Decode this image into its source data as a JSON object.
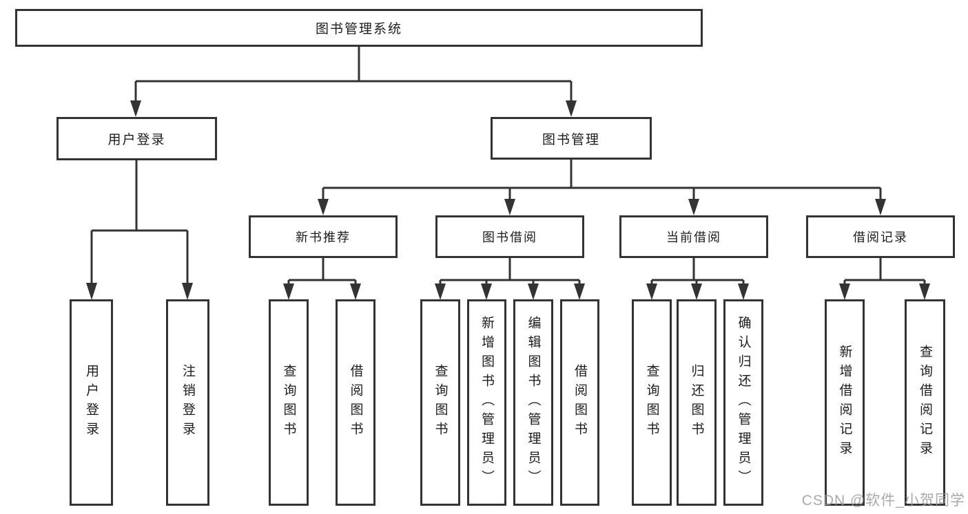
{
  "diagram": {
    "title": {
      "label": "图书管理系统"
    },
    "branches": [
      {
        "label": "用户登录",
        "children": [
          {
            "label": "用户登录"
          },
          {
            "label": "注销登录"
          }
        ]
      },
      {
        "label": "图书管理",
        "children": [
          {
            "label": "新书推荐",
            "children": [
              {
                "label": "查询图书"
              },
              {
                "label": "借阅图书"
              }
            ]
          },
          {
            "label": "图书借阅",
            "children": [
              {
                "label": "查询图书"
              },
              {
                "label": "新增图书（管理员）"
              },
              {
                "label": "编辑图书（管理员）"
              },
              {
                "label": "借阅图书"
              }
            ]
          },
          {
            "label": "当前借阅",
            "children": [
              {
                "label": "查询图书"
              },
              {
                "label": "归还图书"
              },
              {
                "label": "确认归还（管理员）"
              }
            ]
          },
          {
            "label": "借阅记录",
            "children": [
              {
                "label": "新增借阅记录"
              },
              {
                "label": "查询借阅记录"
              }
            ]
          }
        ]
      }
    ]
  },
  "watermark": {
    "text": "CSDN @软件_小贺同学"
  },
  "colors": {
    "line": "#333333",
    "box_border": "#333333",
    "text": "#1c1c1c",
    "watermark": "#9b9b9b",
    "background": "#ffffff"
  }
}
